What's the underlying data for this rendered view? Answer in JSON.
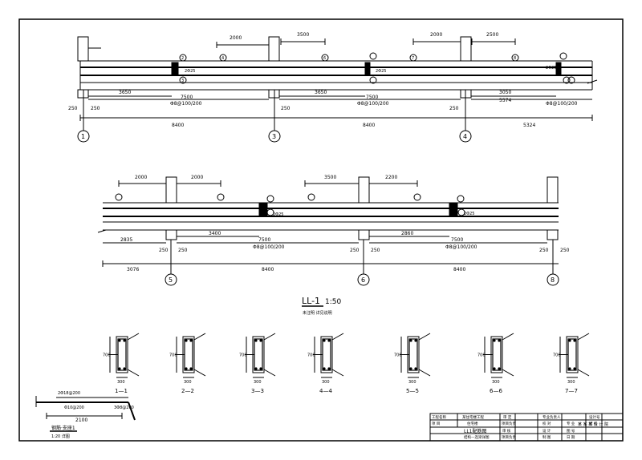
{
  "beam1": {
    "dims_top": [
      "2000",
      "3500",
      "2000",
      "2500"
    ],
    "dims_mid": [
      "3650",
      "7500",
      "3650",
      "7500",
      "3050",
      "5574"
    ],
    "edge_dims": [
      "250",
      "250",
      "250",
      "250"
    ],
    "rebar_notes": [
      "Φ8@100/200",
      "Φ8@100/200",
      "Φ8@100/200"
    ],
    "dims_total": [
      "8400",
      "8400",
      "5324"
    ],
    "axes": [
      "1",
      "3",
      "4"
    ],
    "circled_labels": [
      "1",
      "2",
      "3",
      "4",
      "5",
      "6",
      "7",
      "8"
    ],
    "side_labels": [
      "2Φ25",
      "2Φ25",
      "2Φ25"
    ]
  },
  "beam2": {
    "dims_top": [
      "2000",
      "2000",
      "3500",
      "2200"
    ],
    "dims_mid": [
      "2835",
      "3400",
      "7500",
      "2860",
      "7500"
    ],
    "edge_dims": [
      "250",
      "250",
      "250",
      "250",
      "250",
      "250"
    ],
    "rebar_notes": [
      "Φ8@100/200",
      "Φ8@100/200"
    ],
    "dims_total": [
      "3076",
      "8400",
      "8400"
    ],
    "axes": [
      "5",
      "6",
      "8"
    ],
    "side_labels": [
      "2Φ25",
      "2Φ25"
    ]
  },
  "beam_title": "LL-1",
  "beam_scale": "1:50",
  "beam_note": "未注明 详见说明",
  "sections": [
    {
      "label": "1—1",
      "height": "700",
      "width": "300"
    },
    {
      "label": "2—2",
      "height": "700",
      "width": "300"
    },
    {
      "label": "3—3",
      "height": "700",
      "width": "300"
    },
    {
      "label": "4—4",
      "height": "700",
      "width": "300"
    },
    {
      "label": "5—5",
      "height": "700",
      "width": "300"
    },
    {
      "label": "6—6",
      "height": "700",
      "width": "300"
    },
    {
      "label": "7—7",
      "height": "700",
      "width": "300"
    }
  ],
  "detail": {
    "top_label": "2Φ18@200",
    "left_label": "Φ10@200",
    "right_label": "3Φ8@200",
    "length": "2100",
    "caption": "钢筋·支座1",
    "sub_caption": "1:20 详图"
  },
  "title_block": {
    "r1c1": "工程名称",
    "r1c2": "某住宅楼工程",
    "r1c3": "审 定",
    "r1c4": "专业负责人",
    "r1c5": "设计号",
    "r2c1": "项 目",
    "r2c2": "住宅楼",
    "r2c3": "项目负责",
    "r2c4": "校 对",
    "r2c5": "专 业",
    "r2c6": "结 构",
    "r3c3": "审 核",
    "r3c4": "设 计",
    "r3c5": "图 号",
    "drawing_title": "LL1配筋图",
    "drawing_sub": "结构—连梁详图",
    "r4c3": "项目负责",
    "r4c4": "制 图",
    "r4c5": "日 期",
    "watermark": "某 某 某 设 计 院"
  }
}
